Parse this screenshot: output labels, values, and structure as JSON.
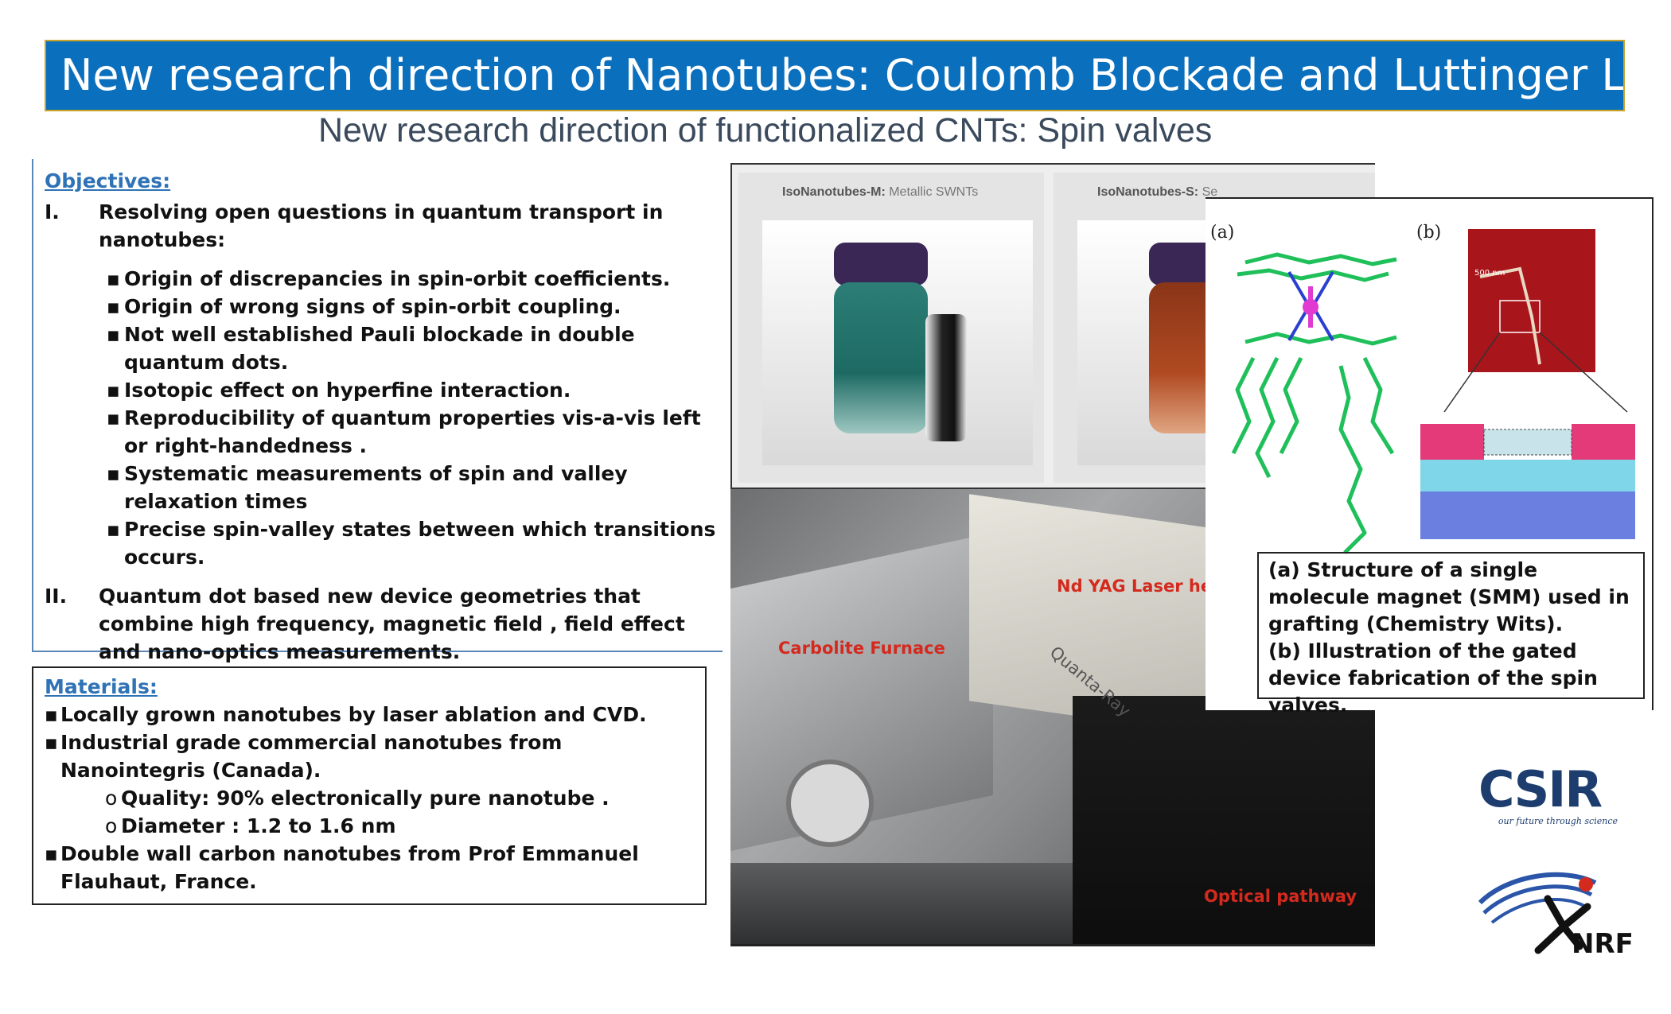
{
  "header": {
    "title": "New research direction of Nanotubes: Coulomb Blockade and Luttinger Liquid",
    "subtitle": "New research direction of functionalized CNTs: Spin valves"
  },
  "objectives": {
    "heading": "Objectives:",
    "item1": {
      "numeral": "I.",
      "text": "Resolving  open questions in quantum transport in nanotubes:",
      "points": [
        "Origin of discrepancies in spin-orbit coefficients.",
        "Origin of wrong signs of spin-orbit coupling.",
        " Not well established Pauli blockade in double quantum dots.",
        "Isotopic effect on  hyperfine interaction.",
        "Reproducibility  of quantum properties vis-a-vis left or  right-handedness .",
        "Systematic measurements of spin and valley relaxation times",
        "Precise spin-valley states between which transitions occurs."
      ]
    },
    "item2": {
      "numeral": "II.",
      "text": "Quantum dot based new device geometries that combine high frequency, magnetic field , field effect and nano-optics measurements."
    }
  },
  "materials": {
    "heading": "Materials:",
    "items": [
      "Locally grown nanotubes by laser ablation and CVD.",
      "Industrial grade commercial nanotubes from Nanointegris (Canada).",
      "Quality: 90% electronically pure  nanotube .",
      "Diameter : 1.2 to 1.6 nm",
      "Double wall carbon nanotubes from Prof Emmanuel Flauhaut, France."
    ]
  },
  "product_photo": {
    "left_label_bold": "IsoNanotubes-M:",
    "left_label": " Metallic SWNTs",
    "right_label_bold": "IsoNanotubes-S:",
    "right_label": " Se"
  },
  "lab_photo": {
    "label_laser": "Nd YAG Laser hea",
    "label_furnace": "Carbolite Furnace",
    "label_brand": "Quanta-Ray",
    "label_optical": "Optical pathway"
  },
  "smm_figure": {
    "label_a": "(a)",
    "label_b": "(b)",
    "scale_bar": "500 nm",
    "caption_a": "(a) Structure of  a single molecule magnet (SMM) used in grafting (Chemistry Wits).",
    "caption_b": "(b) Illustration of the gated device fabrication of the spin valves."
  },
  "logos": {
    "csir": "CSIR",
    "csir_tagline": "our future through science",
    "nrf": "NRF"
  },
  "colors": {
    "title_bar": "#0a6fbd",
    "heading_blue": "#2f73b6",
    "label_red": "#d42a1e",
    "csir_navy": "#1d3d6e"
  }
}
